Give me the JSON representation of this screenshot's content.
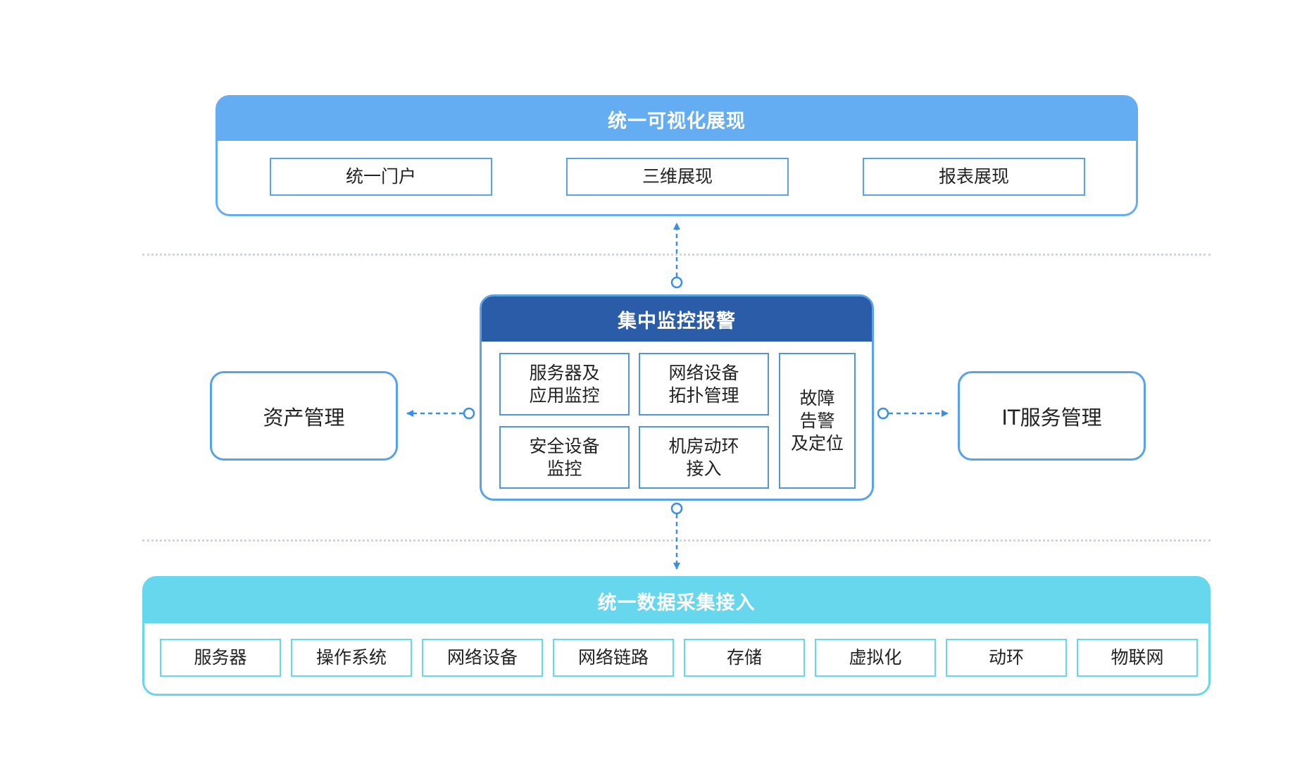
{
  "colors": {
    "top_header": "#64adf2",
    "mid_header": "#2a5ca8",
    "bottom_header": "#67d7ee",
    "connector": "#3a8ee6",
    "divider": "#cfd5dc"
  },
  "top": {
    "title": "统一可视化展现",
    "items": [
      "统一门户",
      "三维展现",
      "报表展现"
    ]
  },
  "middle": {
    "title": "集中监控报警",
    "cells": [
      {
        "lines": [
          "服务器及",
          "应用监控"
        ]
      },
      {
        "lines": [
          "网络设备",
          "拓扑管理"
        ]
      },
      {
        "lines": [
          "安全设备",
          "监控"
        ]
      },
      {
        "lines": [
          "机房动环",
          "接入"
        ]
      },
      {
        "lines": [
          "故障",
          "告警",
          "及定位"
        ]
      }
    ]
  },
  "left_box": "资产管理",
  "right_box": "IT服务管理",
  "bottom": {
    "title": "统一数据采集接入",
    "items": [
      "服务器",
      "操作系统",
      "网络设备",
      "网络链路",
      "存储",
      "虚拟化",
      "动环",
      "物联网"
    ]
  }
}
